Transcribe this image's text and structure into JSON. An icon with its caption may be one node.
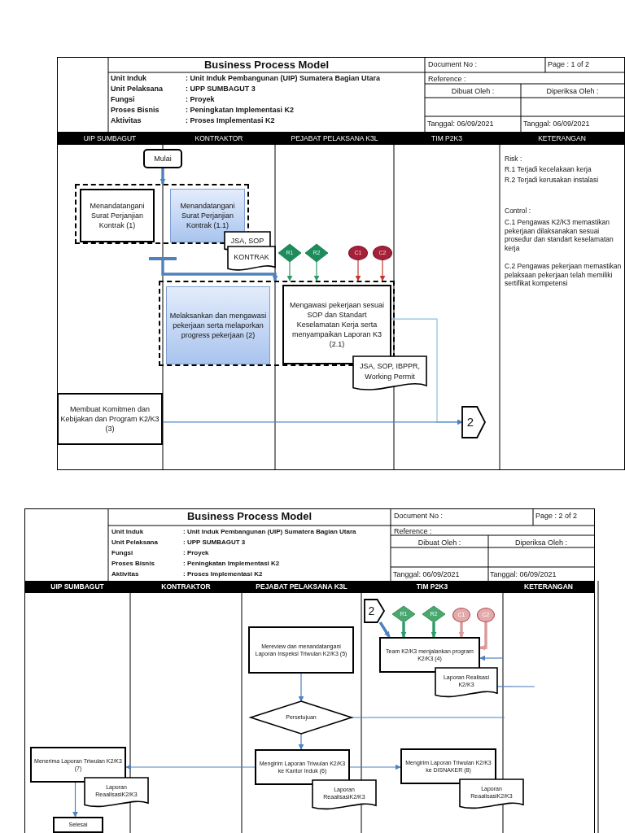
{
  "diagram": {
    "nodes": [
      {
        "text": [
          "Mulai"
        ]
      },
      {
        "text": [],
        "shape": "box"
      },
      {
        "text": [
          "Menandatangani Surat Perjanjian Kontrak (1)"
        ],
        "in": 1
      },
      {
        "text": [
          "Menandatangani Surat Perjanjian Kontrak (1.1)"
        ],
        "in": 1
      },
      {
        "text": [
          "JSA, SOP"
        ]
      },
      {
        "text": [
          "KONTRAK"
        ]
      },
      {
        "text": [],
        "shape": "bar"
      },
      {
        "text": [
          "R1"
        ]
      },
      {
        "text": [
          "R2"
        ]
      },
      {
        "text": [
          "C1"
        ]
      },
      {
        "text": [
          "C2"
        ]
      },
      {
        "text": [],
        "shape": "box"
      },
      {
        "text": [
          "Melaksankan dan mengawasi pekerjaan serta melaporkan progress pekerjaan (2)"
        ],
        "in": 11
      },
      {
        "text": [
          "Mengawasi pekerjaan sesuai SOP dan Standart Keselamatan Kerja serta menyampaikan Laporan K3 (2.1)"
        ],
        "in": 11
      },
      {
        "text": [
          "JSA, SOP, IBPPR, Working Permit"
        ]
      },
      {
        "text": [
          "Membuat Komitmen dan Kebijakan dan Program K2/K3 (3)"
        ]
      },
      {
        "text": [
          "2"
        ]
      },
      {
        "text": [
          "2"
        ]
      },
      {
        "text": [
          "R1"
        ]
      },
      {
        "text": [
          "R2"
        ]
      },
      {
        "text": [
          "C1"
        ]
      },
      {
        "text": [
          "C2"
        ]
      },
      {
        "text": [
          "Mereview dan menandatangani Laporan Inspeksi Triwulan K2/K3 (5)"
        ]
      },
      {
        "text": [
          "Team K2/K3 menjalankan program K2/K3 (4)"
        ]
      },
      {
        "text": [
          "Laporan Realisasi K2/K3"
        ]
      },
      {
        "text": [
          "Persetujuan"
        ]
      },
      {
        "text": [
          "Menerima Laporan Triwulan K2/K3 (7)"
        ]
      },
      {
        "text": [
          "Laporan ReaalisasiK2/K3"
        ]
      },
      {
        "text": [
          "Mengirim Laporan Triwulan K2/K3 ke Kantor Induk (6)"
        ]
      },
      {
        "text": [
          "Laporan ReaalisasiK2/K3"
        ]
      },
      {
        "text": [
          "Mengirim Laporan Triwulan K2/K3 ke DISNAKER (8)"
        ]
      },
      {
        "text": [
          "Laporan ReaalisasiK2/K3"
        ]
      },
      {
        "text": [
          "Selesai"
        ]
      }
    ],
    "edges": [
      {
        "from": 0,
        "to": 1,
        "arrow": "to",
        "style": "thick"
      },
      {
        "from": 6,
        "to": 11,
        "arrow": "to",
        "style": "thick"
      },
      {
        "from": 7,
        "to": 11,
        "arrow": "to",
        "color": "#2e9b6a"
      },
      {
        "from": 8,
        "to": 11,
        "arrow": "to",
        "color": "#2e9b6a"
      },
      {
        "from": 9,
        "to": 11,
        "arrow": "to",
        "color": "#c0392b"
      },
      {
        "from": 10,
        "to": 11,
        "arrow": "to",
        "color": "#c0392b"
      },
      {
        "from": 13,
        "to": 16,
        "arrow": "to",
        "color": "#8fbfd9"
      },
      {
        "from": 15,
        "to": 16,
        "arrow": "to"
      },
      {
        "from": 17,
        "to": 23,
        "arrow": "to",
        "style": "thick"
      },
      {
        "from": 18,
        "to": 23,
        "arrow": "to",
        "style": "thick",
        "color": "#2e9b6a"
      },
      {
        "from": 19,
        "to": 23,
        "arrow": "to",
        "style": "thick",
        "color": "#2e9b6a"
      },
      {
        "from": 20,
        "to": 23,
        "arrow": "to",
        "style": "thick",
        "color": "#d99a9a"
      },
      {
        "from": 21,
        "to": 23,
        "arrow": "to",
        "style": "thick",
        "color": "#d99a9a"
      },
      {
        "from": null,
        "to": 23,
        "arrow": "to"
      },
      {
        "from": 24,
        "to": null,
        "arrow": "none"
      },
      {
        "from": 22,
        "to": 25,
        "arrow": "to"
      },
      {
        "from": 25,
        "to": null,
        "arrow": "none"
      },
      {
        "from": 25,
        "to": 28,
        "arrow": "to"
      },
      {
        "from": 28,
        "to": 26,
        "arrow": "to"
      },
      {
        "from": 28,
        "to": 30,
        "arrow": "to"
      },
      {
        "from": 26,
        "to": 32,
        "arrow": "to"
      }
    ],
    "labels": [
      "Business Process Model",
      "Unit Induk",
      ": Unit Induk Pembangunan (UIP) Sumatera Bagian Utara",
      "Unit Pelaksana",
      ": UPP SUMBAGUT 3",
      "Fungsi",
      ": Proyek",
      "Proses Bisnis",
      ": Peningkatan Implementasi K2",
      "Aktivitas",
      ": Proses Implementasi K2",
      "Document No :",
      "Page : 1 of 2",
      "Reference :",
      "Dibuat Oleh :",
      "Diperiksa Oleh :",
      "Tanggal: 06/09/2021",
      "Tanggal: 06/09/2021",
      "UIP SUMBAGUT",
      "KONTRAKTOR",
      "PEJABAT PELAKSANA K3L",
      "TIM P2K3",
      "KETERANGAN",
      "Risk :",
      "R.1 Terjadi kecelakaan kerja",
      "R.2 Terjadi kerusakan instalasi",
      "Control :",
      "C.1 Pengawas K2/K3 memastikan pekerjaan dilaksanakan sesuai prosedur dan standart keselamatan kerja",
      "C.2 Pengawas pekerjaan memastikan pelaksaan pekerjaan telah memiliki sertifikat kompetensi",
      "Business Process Model",
      "Unit Induk",
      ": Unit Induk Pembangunan (UIP) Sumatera Bagian Utara",
      "Unit Pelaksana",
      ": UPP SUMBAGUT 3",
      "Fungsi",
      ": Proyek",
      "Proses Bisnis",
      ": Peningkatan Implementasi K2",
      "Aktivitas",
      ": Proses Implementasi K2",
      "Document No :",
      "Page : 2 of 2",
      "Reference :",
      "Dibuat Oleh :",
      "Diperiksa Oleh :",
      "Tanggal: 06/09/2021",
      "Tanggal: 06/09/2021",
      "UIP SUMBAGUT",
      "KONTRAKTOR",
      "PEJABAT PELAKSANA K3L",
      "TIM P2K3",
      "KETERANGAN"
    ]
  }
}
